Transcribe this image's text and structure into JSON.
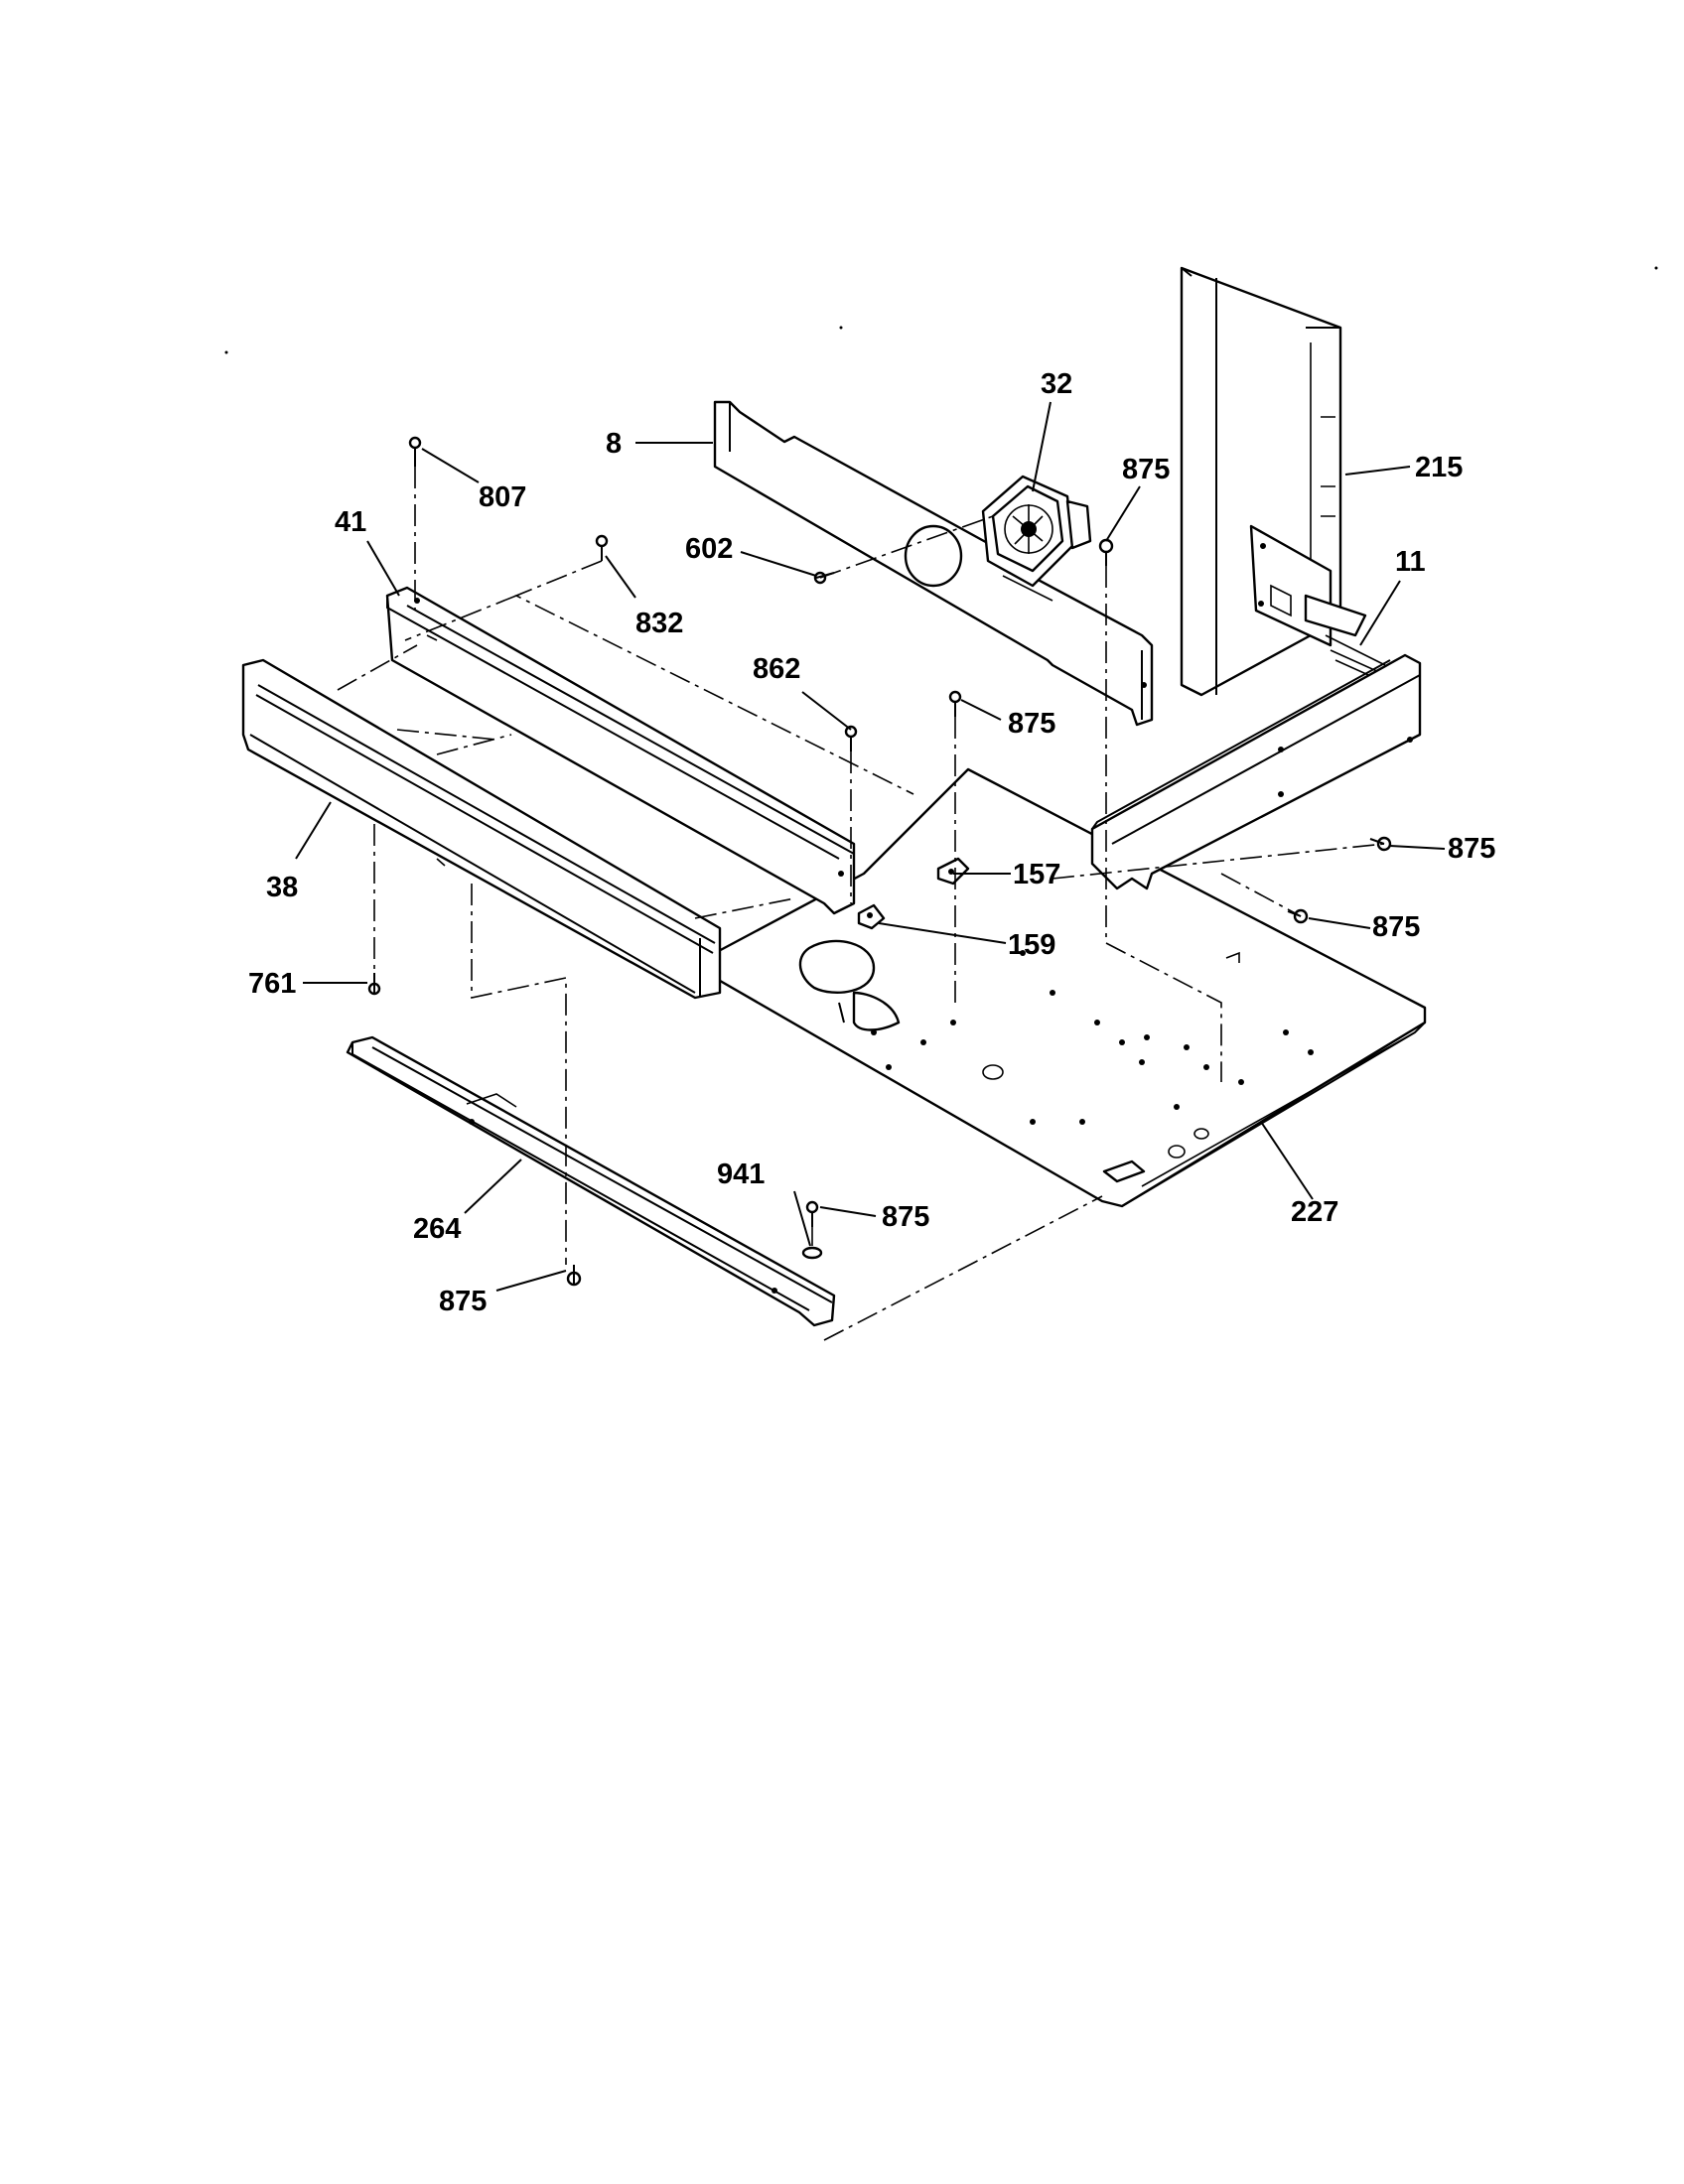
{
  "callouts": {
    "c8": "8",
    "c32": "32",
    "c875_top": "875",
    "c215": "215",
    "c807": "807",
    "c41": "41",
    "c602": "602",
    "c832": "832",
    "c11": "11",
    "c862": "862",
    "c875_mid": "875",
    "c38": "38",
    "c157": "157",
    "c875_right1": "875",
    "c875_right2": "875",
    "c159": "159",
    "c761": "761",
    "c941": "941",
    "c875_bottom": "875",
    "c264": "264",
    "c227": "227",
    "c875_lower_left": "875"
  },
  "parts": {
    "p8": "rear-panel-bracket-icon",
    "p32": "cooling-fan-icon",
    "p215": "vertical-duct-panel-icon",
    "p11": "side-channel-bracket-icon",
    "p41": "control-panel-support-icon",
    "p38": "front-trim-panel-icon",
    "p227": "base-plate-icon",
    "p264": "angle-rail-icon",
    "p157": "thermostat-icon",
    "p159": "thermostat-icon",
    "fastener": "screw-icon"
  }
}
